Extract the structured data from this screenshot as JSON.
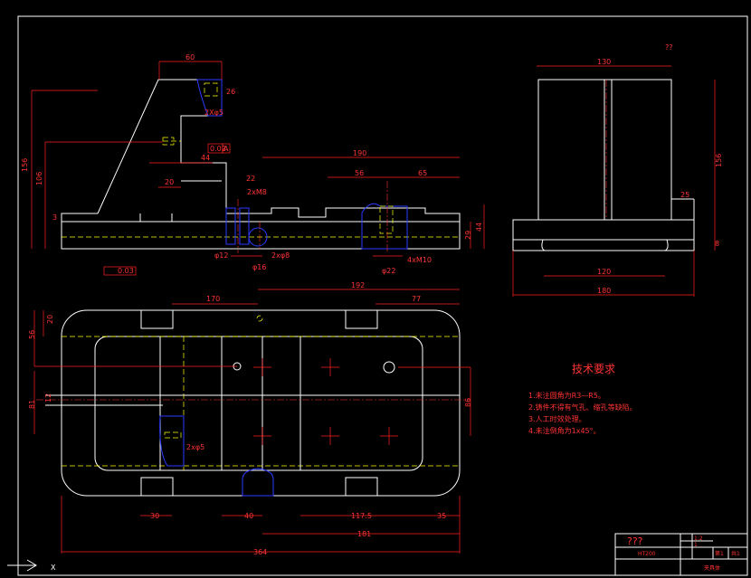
{
  "front_view": {
    "dims": [
      "60",
      "26",
      "2Xφ5",
      "156",
      "106",
      "44",
      "20",
      "3",
      "0.02",
      "A",
      "190",
      "56",
      "65",
      "22",
      "2xM8",
      "29",
      "44",
      "φ12",
      "φ16",
      "2xφ8",
      "φ22",
      "4xM10",
      "0.03"
    ]
  },
  "side_view": {
    "dims": [
      "130",
      "156",
      "25",
      "8",
      "120",
      "180"
    ],
    "top_marks": "??"
  },
  "top_view": {
    "dims": [
      "170",
      "192",
      "77",
      "20",
      "56",
      "12",
      "81",
      "86",
      "30",
      "40",
      "117.5",
      "35",
      "181",
      "364",
      "2xφ5"
    ]
  },
  "tech_requirements": {
    "title": "技术要求",
    "items": [
      "1.未注圆角为R3—R5。",
      "2.铸件不得有气孔、缩孔等缺陷。",
      "3.人工时效处理。",
      "4.未注倒角为1x45°。"
    ]
  },
  "title_block": {
    "name": "???",
    "scale": "1:2",
    "qty": "1",
    "sheet": "第1",
    "total": "共1",
    "material": "HT200",
    "drawing_label": "夹具体"
  },
  "ucs": {
    "x_label": "X"
  }
}
